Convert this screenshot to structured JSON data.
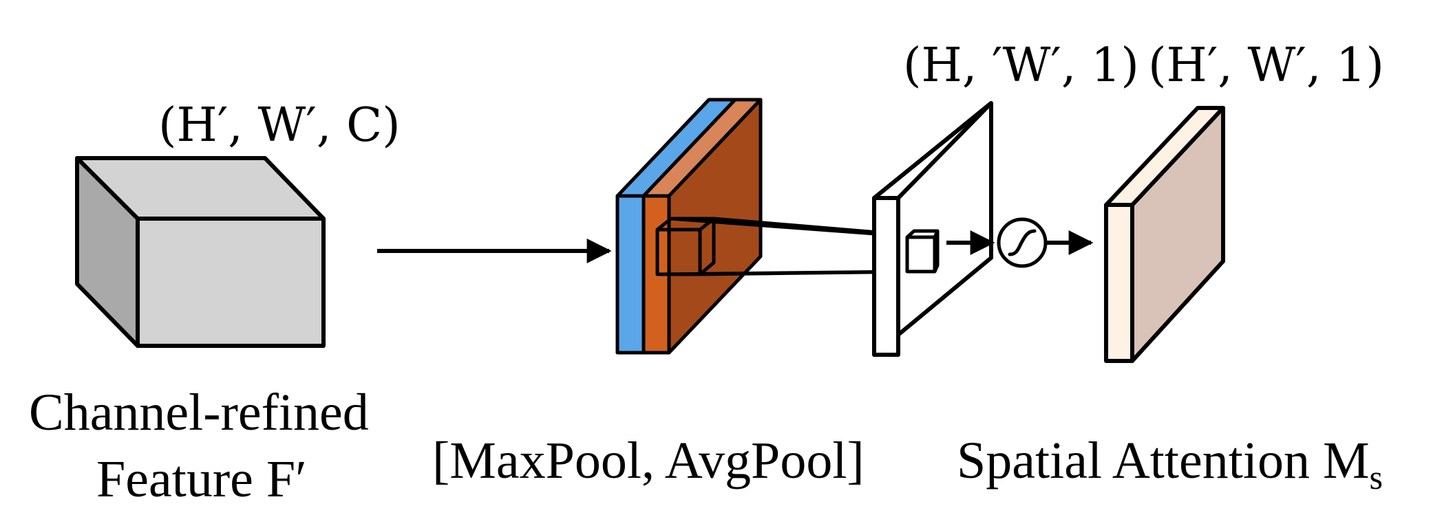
{
  "labels": {
    "input_dim": "(H′, W′, C)",
    "conv_out_dim": "(H, ′W′, 1)",
    "attention_dim": "(H′, W′, 1)",
    "input_caption_line1": "Channel-refined",
    "input_caption_line2": "Feature F′",
    "pool_caption": "[MaxPool, AvgPool]",
    "attention_caption": "Spatial Attention M",
    "attention_caption_subscript": "s"
  },
  "icons": {
    "sigmoid": "sigmoid-icon"
  },
  "colors": {
    "input_cube_front": "#d3d3d3",
    "input_cube_side": "#a9a9a9",
    "maxpool_slab": "#5aa6e8",
    "avgpool_slab": "#d2611f",
    "avgpool_slab_top": "#d9855a",
    "avgpool_slab_side": "#a44a1a",
    "conv_output_slab": "#ffffff",
    "attention_slab_front": "#fdf2e4",
    "attention_slab_side": "#d9c3b8",
    "stroke": "#000000"
  }
}
